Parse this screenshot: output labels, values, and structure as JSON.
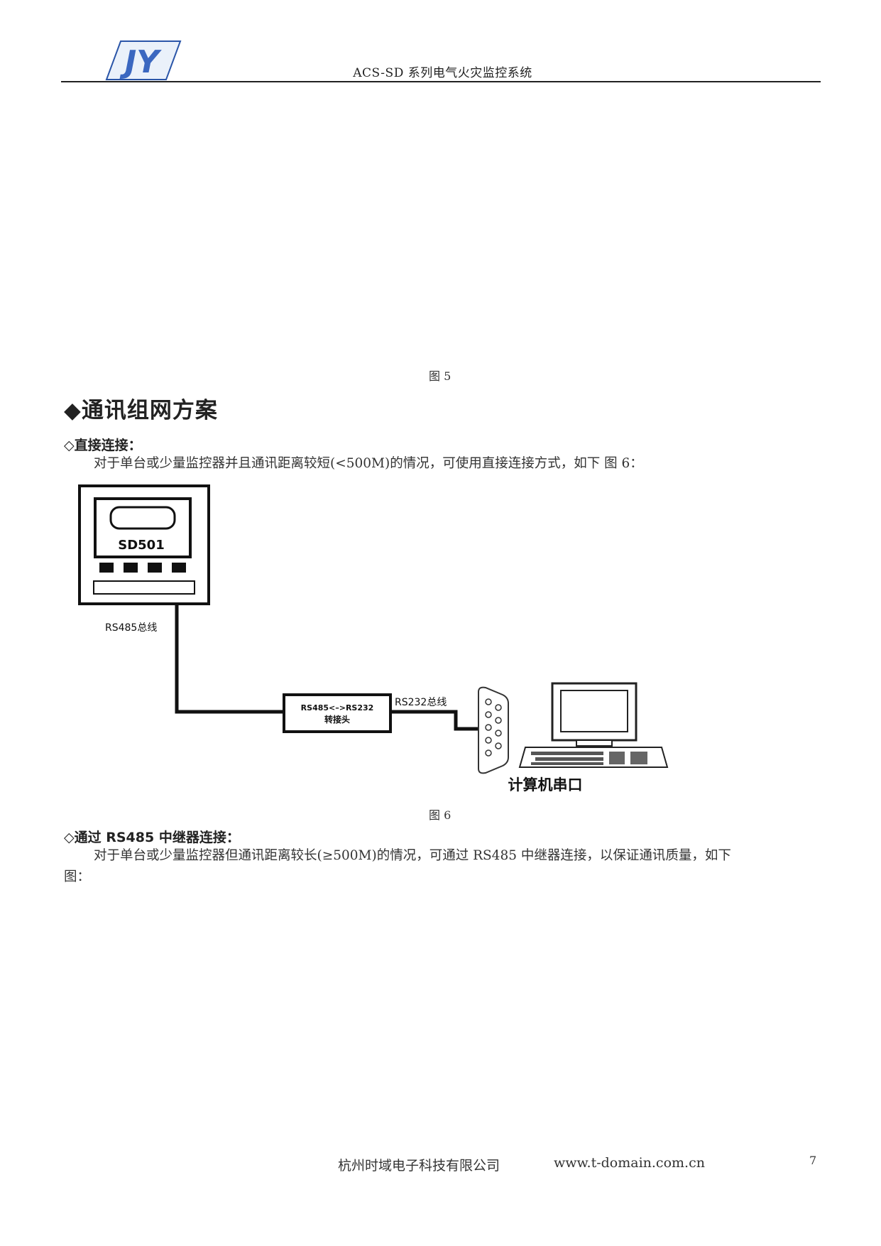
{
  "header": {
    "logo_text": "JY",
    "title": "ACS-SD 系列电气火灾监控系统"
  },
  "figure5": {
    "caption": "图 5"
  },
  "section": {
    "title": "◆通讯组网方案"
  },
  "direct": {
    "heading": "◇直接连接：",
    "paragraph": "对于单台或少量监控器并且通讯距离较短(<500M)的情况，可使用直接连接方式，如下 图 6："
  },
  "figure6": {
    "caption": "图 6",
    "device_label": "SD501",
    "rs485_label": "RS485总线",
    "converter_line1": "RS485<–>RS232",
    "converter_line2": "转接头",
    "rs232_label": "RS232总线",
    "pc_label": "计算机串口"
  },
  "repeater": {
    "heading": "◇通过 RS485 中继器连接：",
    "paragraph_line1": "对于单台或少量监控器但通讯距离较长(≥500M)的情况，可通过 RS485 中继器连接，以保证通讯质量，如下",
    "paragraph_line2": "图："
  },
  "footer": {
    "company": "杭州时域电子科技有限公司",
    "url": "www.t-domain.com.cn",
    "page": "7"
  }
}
